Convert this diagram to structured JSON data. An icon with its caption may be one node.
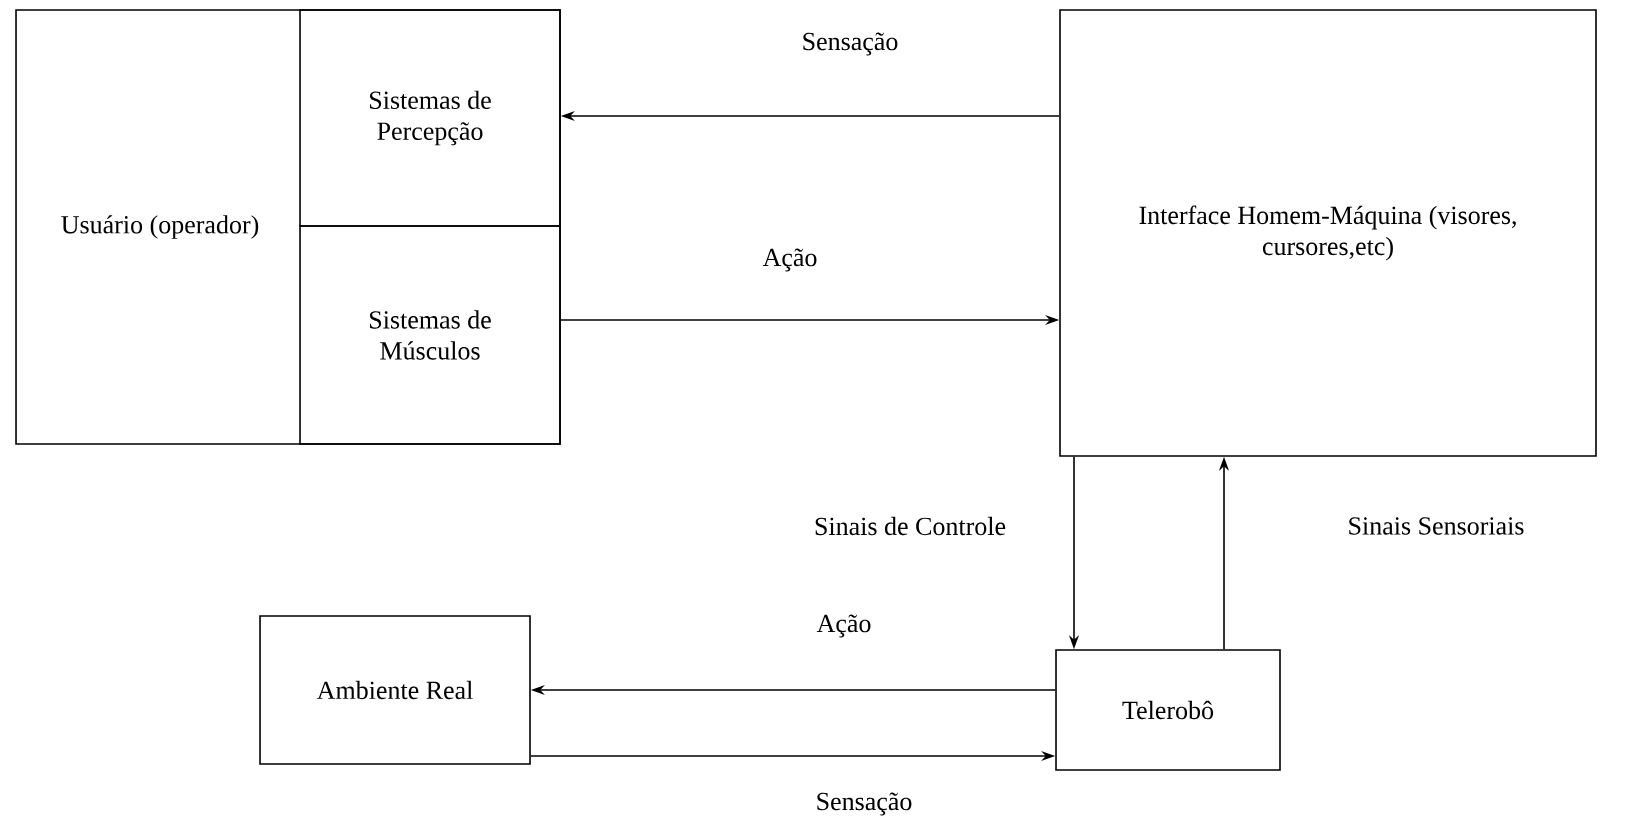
{
  "diagram": {
    "nodes": [
      {
        "text": [
          "Usuário (operador)"
        ]
      },
      {
        "text": [
          "Sistemas de Percepção"
        ],
        "in": 0
      },
      {
        "text": [
          "Sistemas de Músculos"
        ],
        "in": 0
      },
      {
        "text": [
          "Interface Homem-Máquina (visores, cursores,etc)"
        ]
      },
      {
        "text": [
          "Ambiente Real"
        ]
      },
      {
        "text": [
          "Telerobô"
        ]
      }
    ],
    "edges": [
      {
        "from": 3,
        "to": 1,
        "arrow": "to",
        "label": "Sensação"
      },
      {
        "from": 2,
        "to": 3,
        "arrow": "to",
        "label": "Ação"
      },
      {
        "from": 3,
        "to": 5,
        "arrow": "to",
        "label": "Sinais de Controle"
      },
      {
        "from": 5,
        "to": 3,
        "arrow": "to",
        "label": "Sinais Sensoriais"
      },
      {
        "from": 5,
        "to": 4,
        "arrow": "to",
        "label": "Ação"
      },
      {
        "from": 4,
        "to": 5,
        "arrow": "to",
        "label": "Sensação"
      }
    ]
  }
}
